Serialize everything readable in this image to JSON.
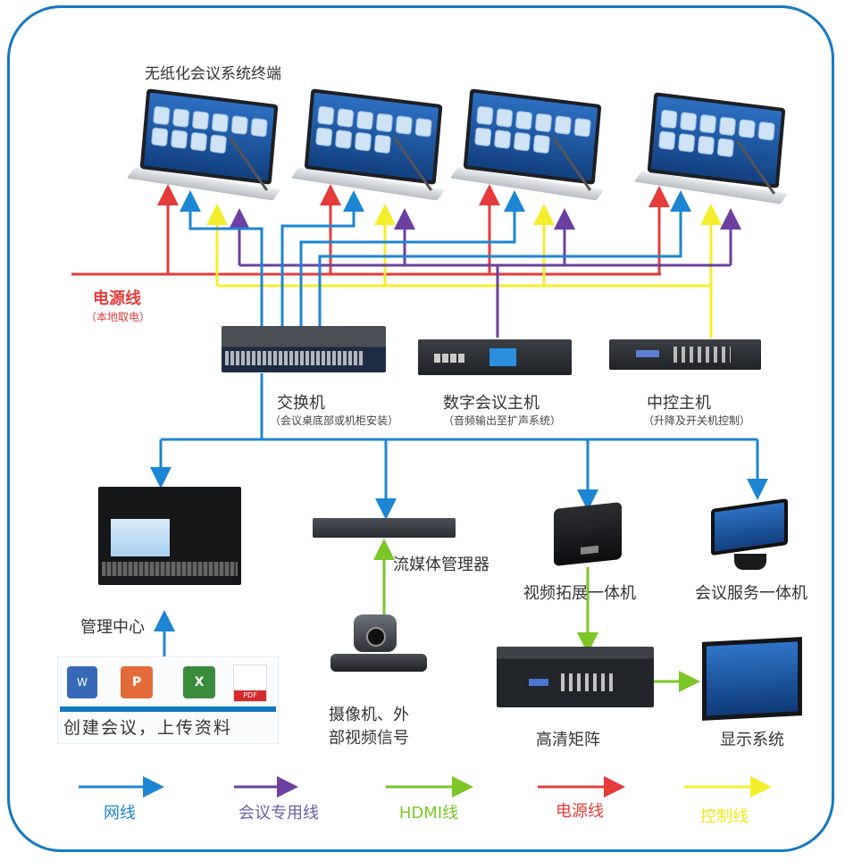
{
  "title": "无纸化会议系统终端",
  "colors": {
    "frame": "#1479c4",
    "network": "#1b86d3",
    "meeting_cable": "#6c3fa0",
    "hdmi": "#7cc627",
    "power": "#e53b3b",
    "control": "#f5ee2c"
  },
  "power_label": {
    "title": "电源线",
    "subtitle": "（本地取电）"
  },
  "devices": {
    "switch": {
      "name": "交换机",
      "note": "（会议桌底部或机柜安装）"
    },
    "conference_host": {
      "name": "数字会议主机",
      "note": "（音频输出至扩声系统）"
    },
    "central_control": {
      "name": "中控主机",
      "note": "（升降及开关机控制）"
    },
    "management_center": {
      "name": "管理中心"
    },
    "streaming_manager": {
      "name": "流媒体管理器"
    },
    "video_expansion": {
      "name": "视频拓展一体机"
    },
    "service_terminal": {
      "name": "会议服务一体机"
    },
    "camera": {
      "name_line1": "摄像机、外",
      "name_line2": "部视频信号"
    },
    "hd_matrix": {
      "name": "高清矩阵"
    },
    "display": {
      "name": "显示系统"
    }
  },
  "upload_box": {
    "icons": [
      "word-icon",
      "powerpoint-icon",
      "excel-icon",
      "pdf-icon"
    ],
    "pdf_text": "PDF",
    "caption": "创建会议，上传资料"
  },
  "legend": [
    {
      "label": "网线",
      "color": "#1b86d3"
    },
    {
      "label": "会议专用线",
      "color": "#6c3fa0"
    },
    {
      "label": "HDMI线",
      "color": "#7cc627"
    },
    {
      "label": "电源线",
      "color": "#e53b3b"
    },
    {
      "label": "控制线",
      "color": "#f5ee2c"
    }
  ]
}
